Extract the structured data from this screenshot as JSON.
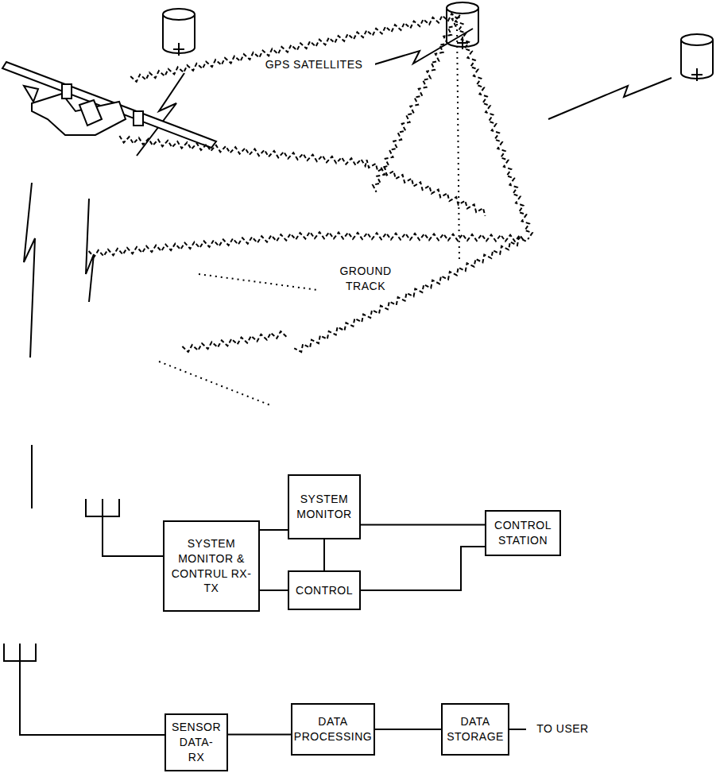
{
  "diagram": {
    "nodes": [
      {
        "text": [
          "SYSTEM MONITOR & CONTRUL RX-TX"
        ]
      },
      {
        "text": [
          "SYSTEM MONITOR"
        ]
      },
      {
        "text": [
          "CONTROL"
        ]
      },
      {
        "text": [
          "CONTROL STATION"
        ]
      },
      {
        "text": [
          "SENSOR DATA-RX"
        ]
      },
      {
        "text": [
          "DATA PROCESSING"
        ]
      },
      {
        "text": [
          "DATA STORAGE"
        ]
      }
    ],
    "edges": [
      {
        "from": 0,
        "to": 1,
        "arrow": "none"
      },
      {
        "from": 0,
        "to": 2,
        "arrow": "none"
      },
      {
        "from": 1,
        "to": 2,
        "arrow": "none"
      },
      {
        "from": 1,
        "to": 3,
        "arrow": "none"
      },
      {
        "from": 2,
        "to": 3,
        "arrow": "none"
      },
      {
        "from": 4,
        "to": 5,
        "arrow": "none"
      },
      {
        "from": 5,
        "to": 6,
        "arrow": "none"
      }
    ],
    "labels": [
      "GPS SATELLITES",
      "GROUND TRACK",
      "TO USER"
    ]
  }
}
